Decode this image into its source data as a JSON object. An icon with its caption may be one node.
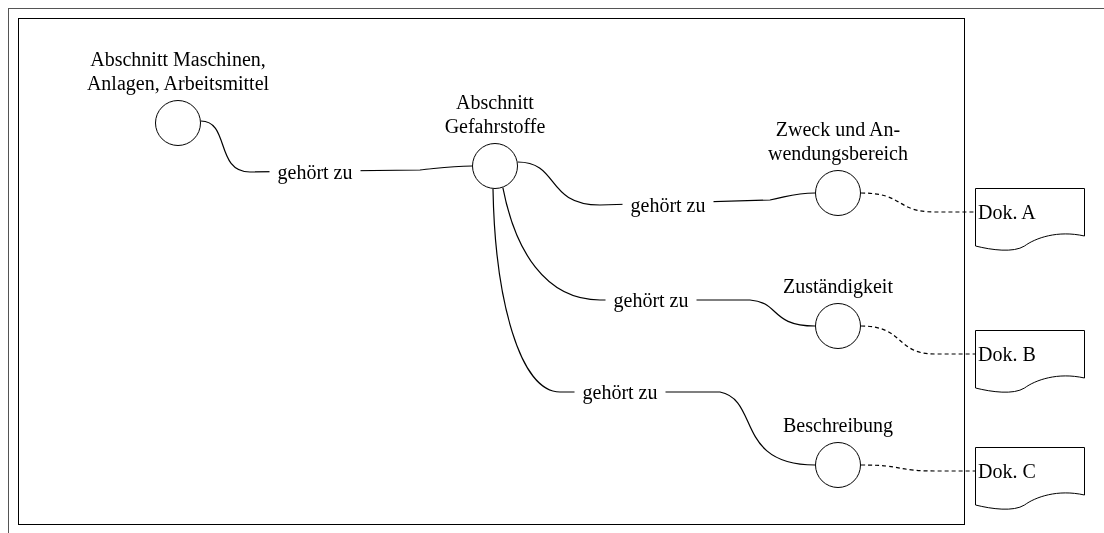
{
  "diagram": {
    "nodes": [
      {
        "text": [],
        "shape": "box"
      },
      {
        "text": [
          "Abschnitt Maschinen, Anlagen, Arbeitsmittel"
        ],
        "in": 0
      },
      {
        "text": [
          "Abschnitt Gefahrstoffe"
        ],
        "in": 0
      },
      {
        "text": [
          "Zweck und An- wendungsbereich"
        ],
        "in": 0
      },
      {
        "text": [
          "Zuständigkeit"
        ],
        "in": 0
      },
      {
        "text": [
          "Beschreibung"
        ],
        "in": 0
      },
      {
        "text": [
          "Dok. A"
        ]
      },
      {
        "text": [
          "Dok. B"
        ]
      },
      {
        "text": [
          "Dok. C"
        ]
      }
    ],
    "edges": [
      {
        "from": 1,
        "to": 2,
        "arrow": "none",
        "label": "gehört zu"
      },
      {
        "from": 2,
        "to": 3,
        "arrow": "none",
        "label": "gehört zu"
      },
      {
        "from": 2,
        "to": 4,
        "arrow": "none",
        "label": "gehört zu"
      },
      {
        "from": 2,
        "to": 5,
        "arrow": "none",
        "label": "gehört zu"
      },
      {
        "from": 3,
        "to": 6,
        "arrow": "none",
        "style": "dashed"
      },
      {
        "from": 4,
        "to": 7,
        "arrow": "none",
        "style": "dashed"
      },
      {
        "from": 5,
        "to": 8,
        "arrow": "none",
        "style": "dashed"
      }
    ]
  }
}
